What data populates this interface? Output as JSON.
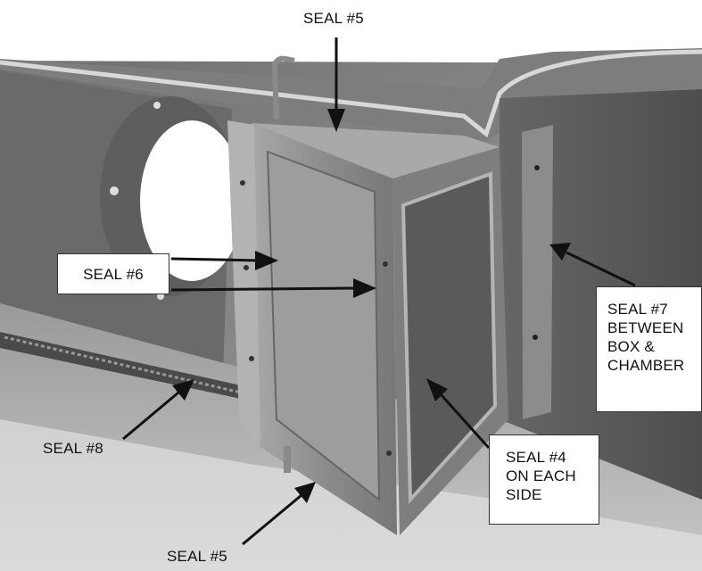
{
  "image": {
    "description_colors": {
      "background": "#ffffff",
      "metal_dark": "#5a5a5a",
      "metal_light": "#bdbdbd",
      "arrow": "#111111"
    }
  },
  "labels": {
    "seal5_top": "SEAL #5",
    "seal6": "SEAL #6",
    "seal7": "SEAL #7\nBETWEEN\nBOX &\nCHAMBER",
    "seal4": "SEAL #4\nON EACH\nSIDE",
    "seal8": "SEAL #8",
    "seal5_bottom": "SEAL #5"
  }
}
